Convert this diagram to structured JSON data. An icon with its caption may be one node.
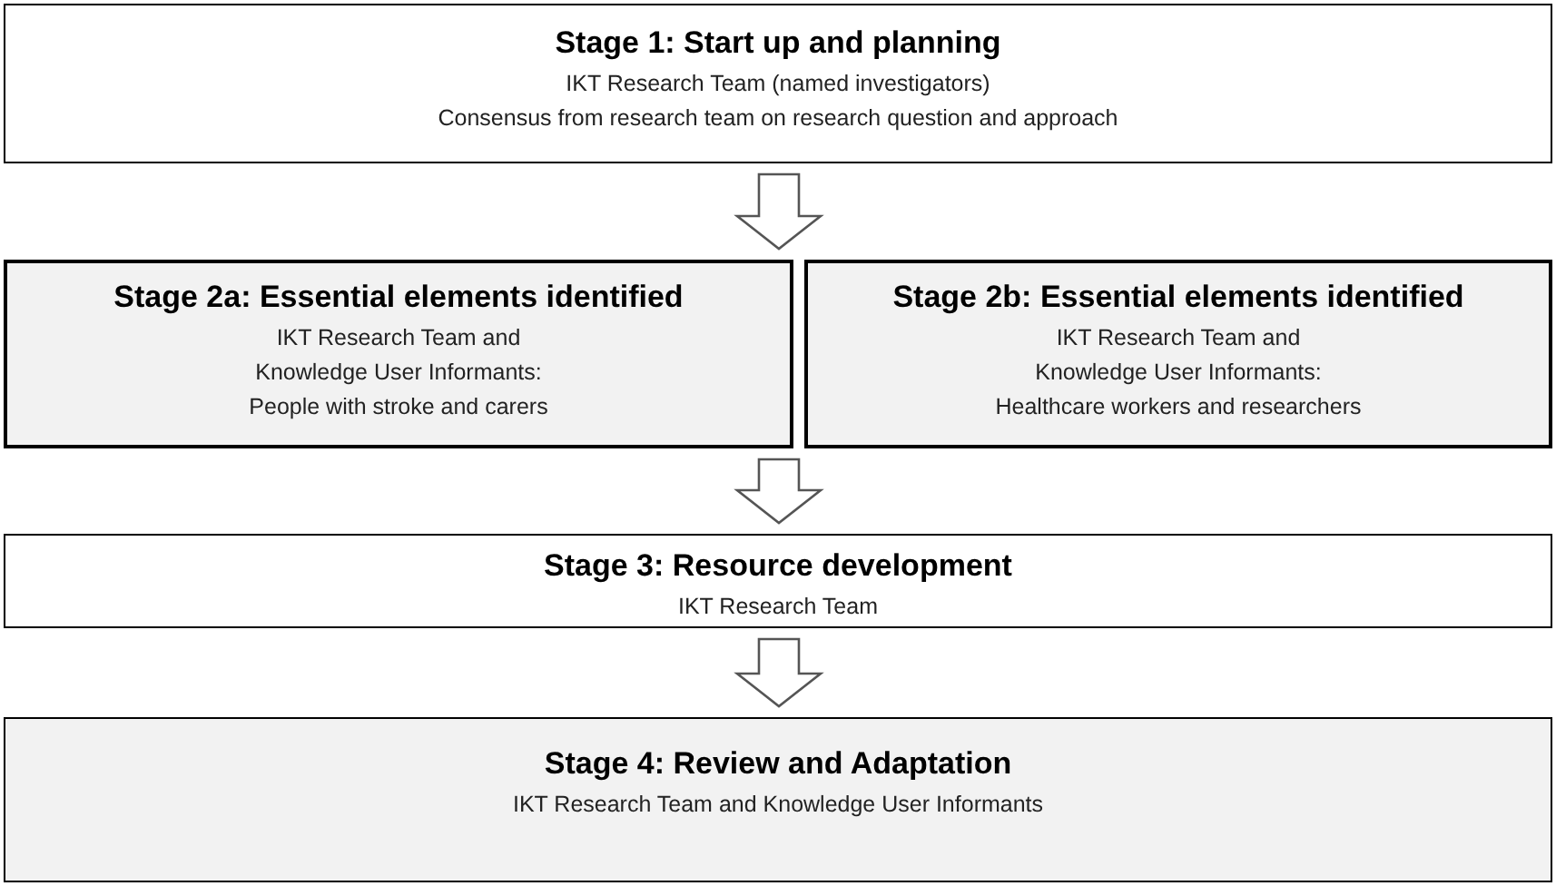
{
  "diagram": {
    "nodes": [
      {
        "text": [
          "Stage 1: Start up and planning",
          "IKT Research Team (named investigators)",
          "Consensus from research team on research question and approach"
        ]
      },
      {
        "text": [
          "Stage 2a: Essential elements identified",
          "IKT Research Team and",
          "Knowledge User Informants:",
          "People with stroke and carers"
        ]
      },
      {
        "text": [
          "Stage 2b: Essential elements identified",
          "IKT Research Team and",
          "Knowledge User Informants:",
          "Healthcare workers and researchers"
        ]
      },
      {
        "text": [
          "Stage 3: Resource development",
          "IKT Research Team"
        ]
      },
      {
        "text": [
          "Stage 4: Review and Adaptation",
          "IKT Research Team and Knowledge User Informants"
        ]
      }
    ],
    "edges": [
      {
        "from": 0,
        "to": 1,
        "arrow": "to"
      },
      {
        "from": 0,
        "to": 2,
        "arrow": "to"
      },
      {
        "from": 1,
        "to": 3,
        "arrow": "to"
      },
      {
        "from": 2,
        "to": 3,
        "arrow": "to"
      },
      {
        "from": 3,
        "to": 4,
        "arrow": "to"
      }
    ]
  }
}
